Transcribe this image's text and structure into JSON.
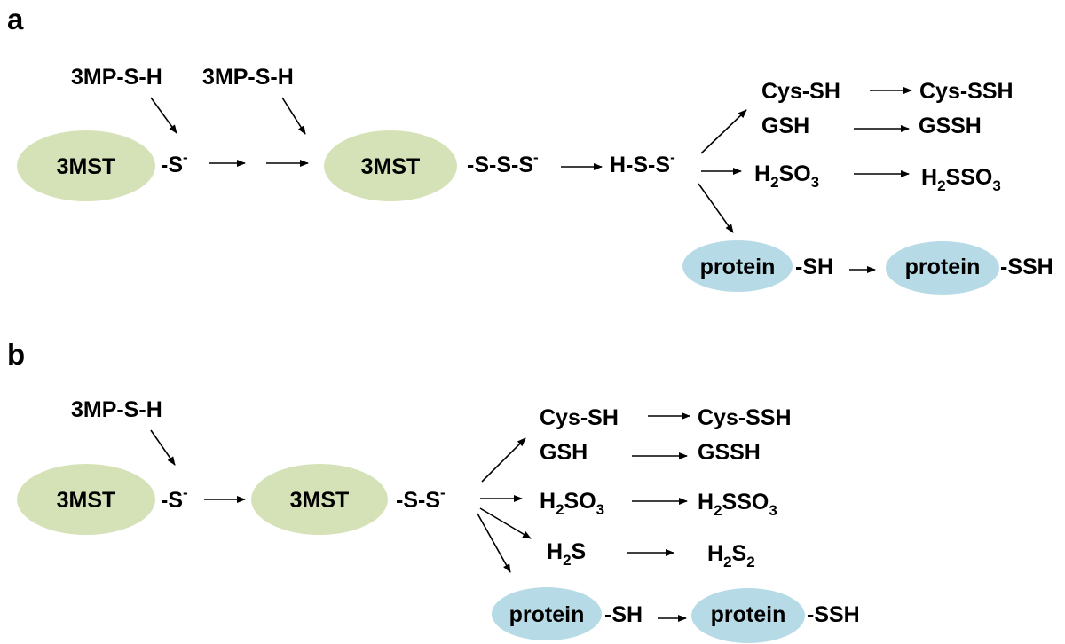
{
  "colors": {
    "enzyme_fill": "#d5e2b7",
    "protein_fill": "#b7dbe6",
    "arrow": "#000000",
    "text": "#000000"
  },
  "panel_a": {
    "label": "a",
    "substrate_1": "3MP-S-H",
    "substrate_2": "3MP-S-H",
    "enzyme_1": "3MST",
    "enzyme_2": "3MST",
    "persulfide": "-S",
    "persulfide_charge": "-",
    "polysulfide": "-S-S-S",
    "polysulfide_charge": "-",
    "released_species": "H-S-S",
    "released_charge": "-",
    "cys_reactant": "Cys-SH",
    "cys_product": "Cys-SSH",
    "gsh_reactant": "GSH",
    "gsh_product": "GSSH",
    "sulfite_reactant": "H",
    "sulfite_reactant_sub1": "2",
    "sulfite_reactant_mid": "SO",
    "sulfite_reactant_sub2": "3",
    "sulfite_product": "H",
    "sulfite_product_sub1": "2",
    "sulfite_product_mid": "SSO",
    "sulfite_product_sub2": "3",
    "protein_1": "protein",
    "protein_1_suffix": "-SH",
    "protein_2": "protein",
    "protein_2_suffix": "-SSH"
  },
  "panel_b": {
    "label": "b",
    "substrate": "3MP-S-H",
    "enzyme_1": "3MST",
    "enzyme_2": "3MST",
    "persulfide": "-S",
    "persulfide_charge": "-",
    "disulfide": "-S-S",
    "disulfide_charge": "-",
    "cys_reactant": "Cys-SH",
    "cys_product": "Cys-SSH",
    "gsh_reactant": "GSH",
    "gsh_product": "GSSH",
    "sulfite_reactant": "H",
    "sulfite_reactant_sub1": "2",
    "sulfite_reactant_mid": "SO",
    "sulfite_reactant_sub2": "3",
    "sulfite_product": "H",
    "sulfite_product_sub1": "2",
    "sulfite_product_mid": "SSO",
    "sulfite_product_sub2": "3",
    "h2s_reactant": "H",
    "h2s_reactant_sub": "2",
    "h2s_reactant_tail": "S",
    "h2s_product": "H",
    "h2s_product_sub1": "2",
    "h2s_product_mid": "S",
    "h2s_product_sub2": "2",
    "protein_1": "protein",
    "protein_1_suffix": "-SH",
    "protein_2": "protein",
    "protein_2_suffix": "-SSH"
  }
}
